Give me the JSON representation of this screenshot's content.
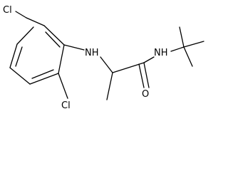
{
  "molecule": {
    "atoms": {
      "cl_top": "Cl",
      "cl_bottom": "Cl",
      "amine": "NH",
      "amide_n": "NH",
      "oxygen": "O"
    }
  },
  "colors": {
    "bond": "#000000",
    "text": "#000000",
    "background": "#ffffff"
  }
}
